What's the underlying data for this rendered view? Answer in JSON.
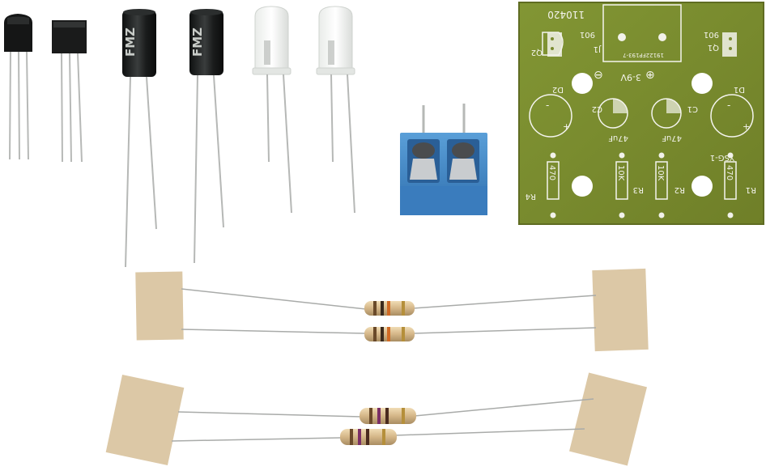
{
  "scene": {
    "description_hidden": "",
    "pcb": {
      "top_code": "110420",
      "q2_label": "Q2",
      "q1_label": "Q1",
      "q2_part": "901",
      "q1_part": "901",
      "j1_label": "J1",
      "chip_code": "19122FP193-7",
      "voltage": "3-9V",
      "d2_label": "D2",
      "d1_label": "D1",
      "c2_label": "C2",
      "c1_label": "C1",
      "c2_value": "47uF",
      "c1_value": "47uF",
      "board_name": "YSG-1",
      "r4_label": "R4",
      "r3_label": "R3",
      "r2_label": "R2",
      "r1_label": "R1",
      "r4_value": "470",
      "r3_value": "10K",
      "r2_value": "10K",
      "r1_value": "470"
    },
    "capacitor": {
      "brand": "FMZ"
    },
    "colors": {
      "pcb_green": "#7a8a2e",
      "pcb_pad": "#f2f2ea",
      "terminal_blue": "#3f86c4",
      "capacitor_black": "#1d1f1f",
      "tape": "#d9c7a6",
      "resistor_body": "#d8bf93"
    }
  }
}
